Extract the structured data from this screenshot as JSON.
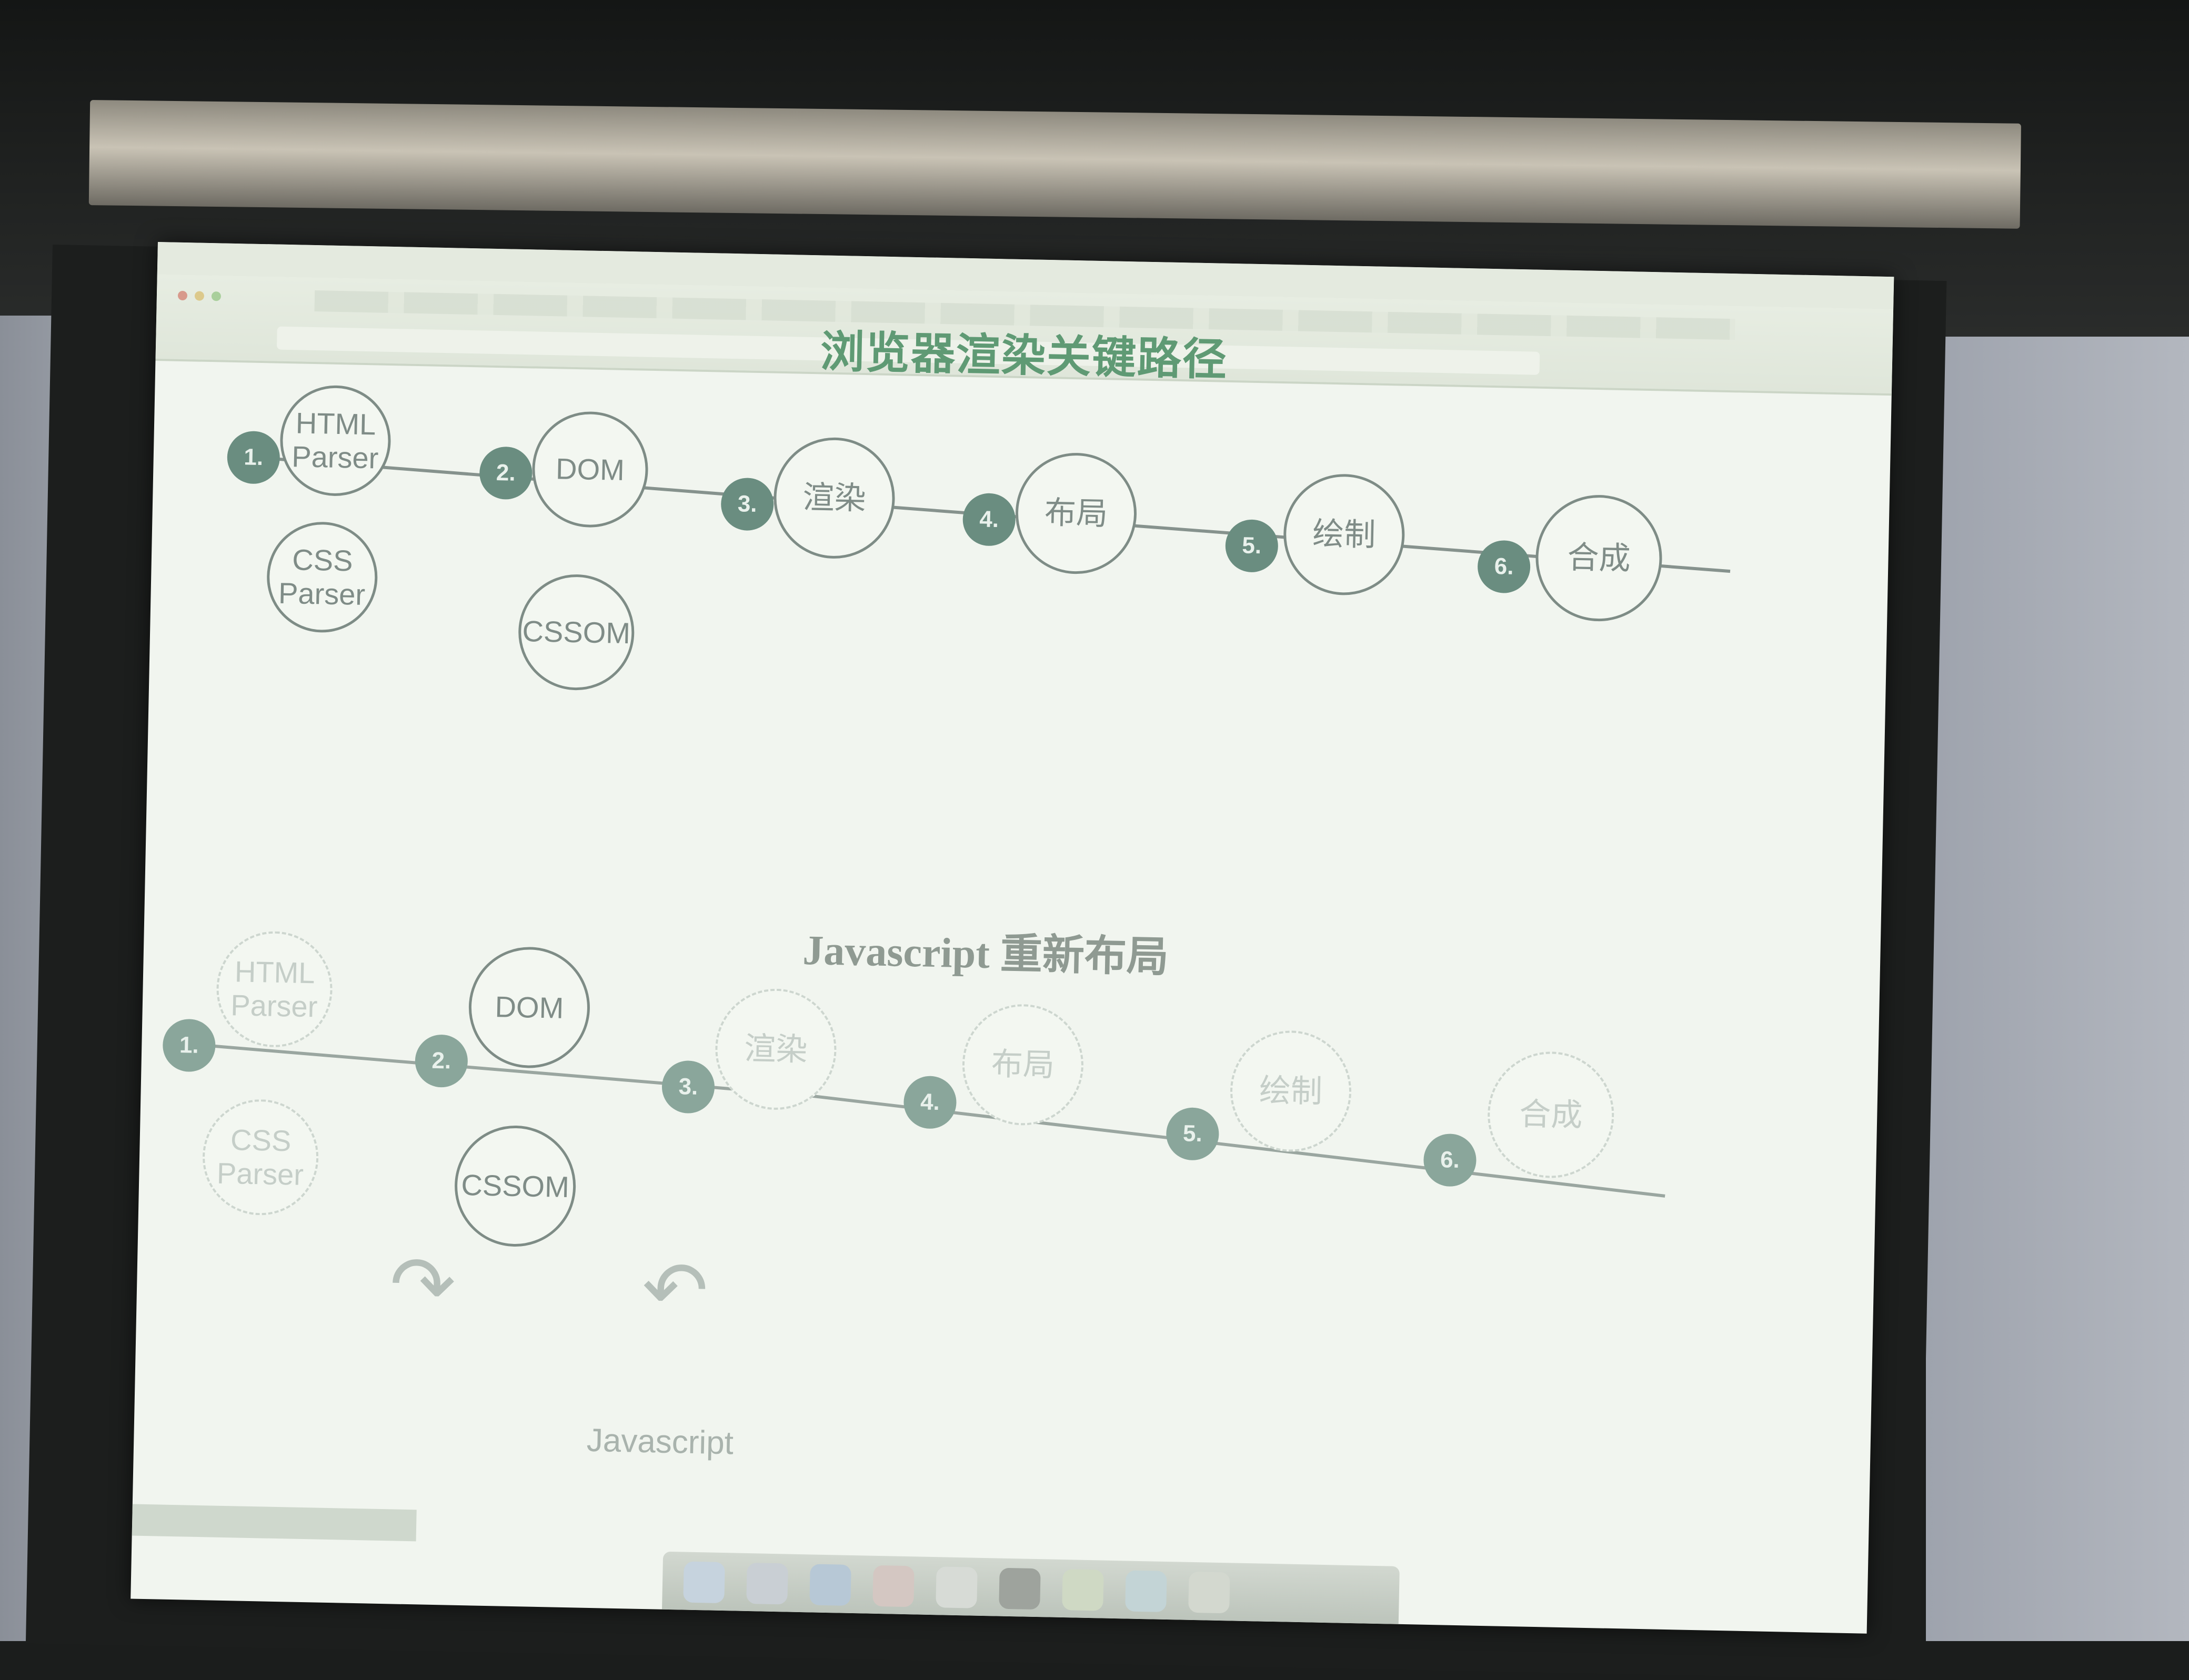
{
  "slide": {
    "title": "浏览器渲染关键路径",
    "section2_title": "Javascript 重新布局",
    "row1": {
      "steps": [
        "1.",
        "2.",
        "3.",
        "4.",
        "5.",
        "6."
      ],
      "parsers": {
        "html": "HTML\nParser",
        "css": "CSS\nParser"
      },
      "trees": {
        "dom": "DOM",
        "cssom": "CSSOM"
      },
      "stages": [
        "渲染",
        "布局",
        "绘制",
        "合成"
      ]
    },
    "row2": {
      "steps": [
        "1.",
        "2.",
        "3.",
        "4.",
        "5.",
        "6."
      ],
      "parsers": {
        "html": "HTML\nParser",
        "css": "CSS\nParser"
      },
      "trees": {
        "dom": "DOM",
        "cssom": "CSSOM"
      },
      "stages": [
        "渲染",
        "布局",
        "绘制",
        "合成"
      ],
      "javascript_label": "Javascript"
    }
  },
  "colors": {
    "title_green": "#5f9a74",
    "circle_border": "#7e8c86",
    "step_badge": "#6a8d80",
    "projection_bg": "#f1f5ef"
  },
  "icons": [
    "apple-icon",
    "traffic-light-icon",
    "arrow-curved-right-icon",
    "arrow-curved-up-icon"
  ]
}
